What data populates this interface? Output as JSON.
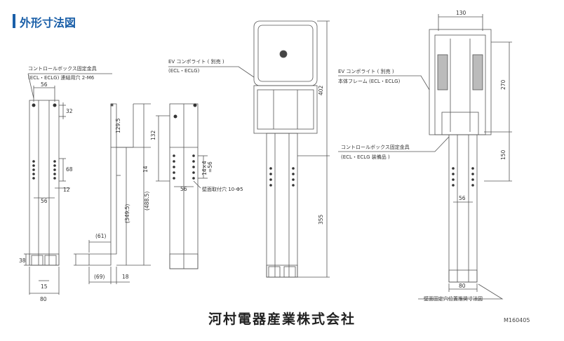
{
  "page": {
    "title": "外形寸法図",
    "company": "河村電器産業株式会社",
    "drawing_code": "M160405"
  },
  "callouts": {
    "bracket": "コントロールボックス固定金具",
    "bracket_sub": "(ECL・ECLG) 連結用穴 2-M6",
    "ev_left": "EV コンポライト ( 別売 )",
    "ev_left_sub": "(ECL・ECLG)",
    "ev_right": "EV コンポライト ( 別売 )",
    "ev_right_sub": "本体フレーム (ECL・ECLG)",
    "bracket_right": "コントロールボックス固定金具",
    "bracket_right_sub": "(ECL・ECLG 装備品 )",
    "wall_holes": "壁面取付穴 10-Φ5",
    "wall_fix": "壁面固定穴位置推奨寸法図"
  },
  "dims": {
    "d56_top": "56",
    "d32": "32",
    "d68": "68",
    "d12": "12",
    "d56_mid": "56",
    "d38": "38",
    "d15": "15",
    "d80_left": "80",
    "d129_5": "129.5",
    "d488_5": "(488.5)",
    "d349_5": "(349.5)",
    "d14": "14",
    "d61": "(61)",
    "d69": "(69)",
    "d18": "18",
    "d132": "132",
    "d14x4": "14×4",
    "d56_rot": "=56",
    "d56_side": "56",
    "d402": "402",
    "d355": "355",
    "d130": "130",
    "d270": "270",
    "d150": "150",
    "d56_right": "56",
    "d80_right": "80"
  }
}
